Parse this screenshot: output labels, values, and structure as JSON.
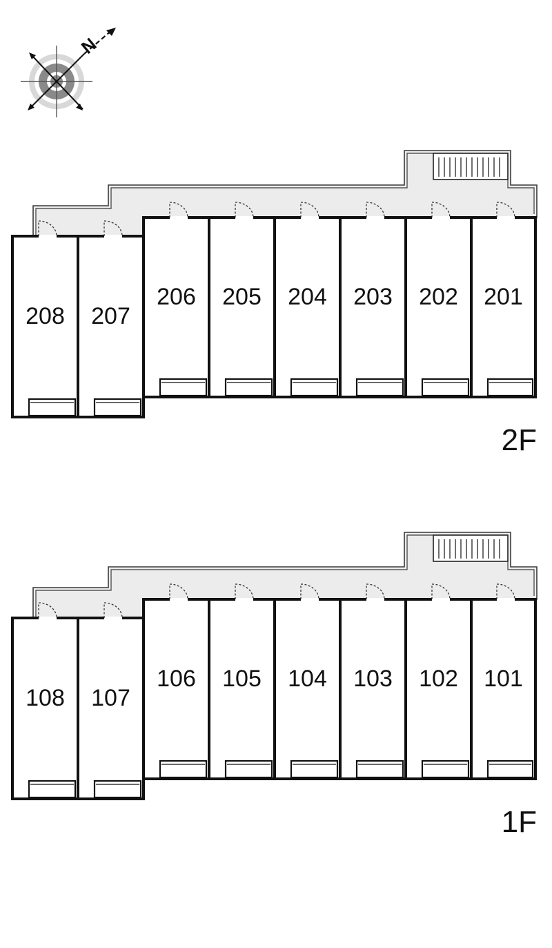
{
  "compass": {
    "icon": "north-arrow-icon",
    "label": "N"
  },
  "floors": [
    {
      "label": "2F",
      "rooms": [
        "208",
        "207",
        "206",
        "205",
        "204",
        "203",
        "202",
        "201"
      ]
    },
    {
      "label": "1F",
      "rooms": [
        "108",
        "107",
        "106",
        "105",
        "104",
        "103",
        "102",
        "101"
      ]
    }
  ],
  "colors": {
    "corridor": "#ececec",
    "wall": "#111111",
    "background": "#ffffff"
  }
}
